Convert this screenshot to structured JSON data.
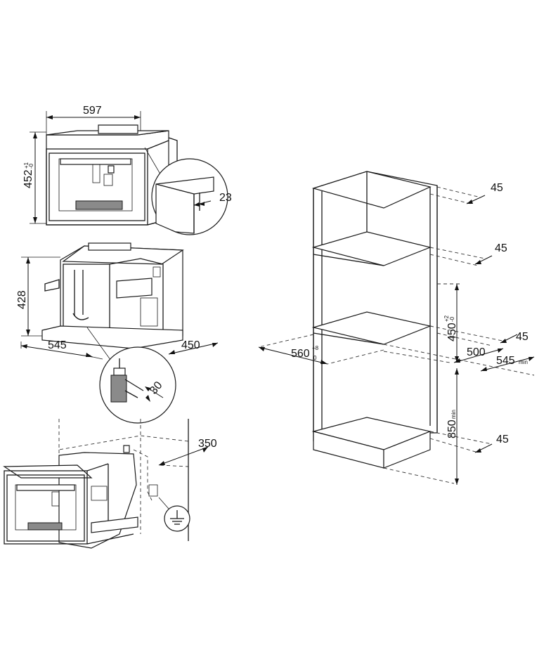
{
  "dimensions": {
    "width_597": "597",
    "height_452": "452",
    "height_452_tol_upper": "+1",
    "height_452_tol_lower": "-0",
    "gap_23": "23",
    "height_428": "428",
    "depth_545": "545",
    "depth_450": "450",
    "pipe_30": "30",
    "wall_350": "350",
    "shelf_45_a": "45",
    "shelf_45_b": "45",
    "opening_450": "450",
    "opening_450_tol_upper": "+2",
    "opening_450_tol_lower": "-0",
    "width_560": "560",
    "width_560_tol_upper": "+8",
    "width_560_tol_lower": "0",
    "gap_45_c": "45",
    "depth_500": "500",
    "depth_545_b": "545",
    "min_label_545": "min",
    "height_850": "850",
    "min_label_850": "min",
    "gap_45_d": "45"
  },
  "symbols": {
    "ground": "ground-symbol-icon"
  }
}
